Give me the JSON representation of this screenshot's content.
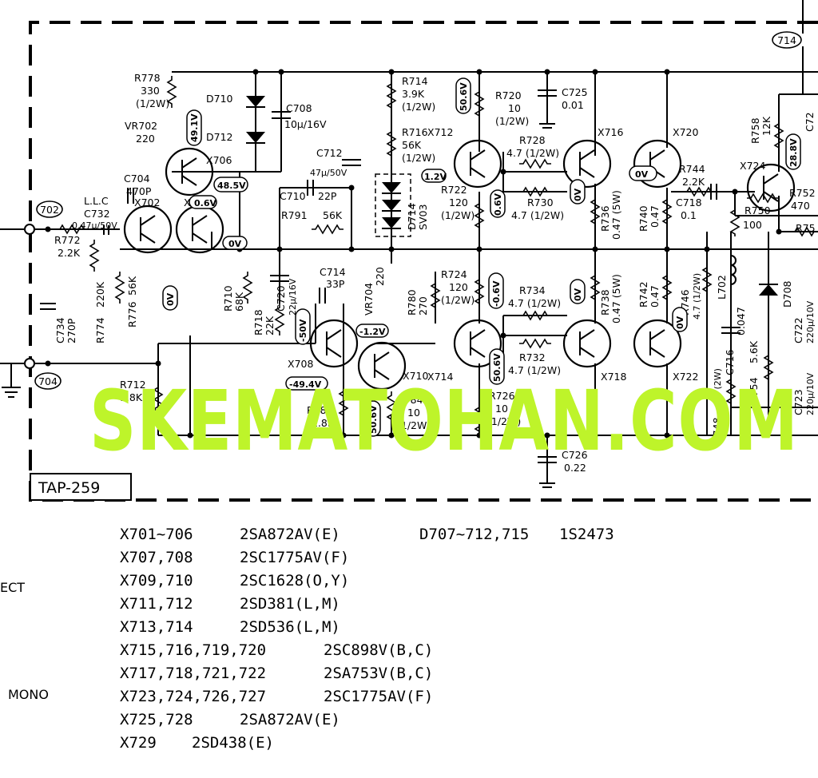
{
  "board_label": "TAP-259",
  "terminals": [
    "702",
    "704",
    "714"
  ],
  "components": {
    "R778": {
      "ref": "R778",
      "val": "330",
      "val2": "(1/2W)"
    },
    "VR702": {
      "ref": "VR702",
      "val": "220"
    },
    "D710": {
      "ref": "D710"
    },
    "D712": {
      "ref": "D712"
    },
    "C708": {
      "ref": "C708",
      "val": "10µ/16V"
    },
    "C704": {
      "ref": "C704",
      "val": "470P"
    },
    "LLC": {
      "ref": "L.L.C",
      "val": "C732",
      "val2": "0.47µ/50V"
    },
    "X702": {
      "ref": "X702"
    },
    "X704": {
      "ref": "X704"
    },
    "X706": {
      "ref": "X706"
    },
    "R772": {
      "ref": "R772",
      "val": "2.2K"
    },
    "C734": {
      "ref": "C734",
      "val": "270P"
    },
    "R774": {
      "ref": "R774",
      "val": "220K"
    },
    "R776": {
      "ref": "R776",
      "val": "56K"
    },
    "R710": {
      "ref": "R710",
      "val": "68K"
    },
    "R718": {
      "ref": "R718",
      "val": "22K"
    },
    "R712": {
      "ref": "R712",
      "val": "1.8K"
    },
    "C710": {
      "ref": "C710",
      "val": "22P"
    },
    "R791": {
      "ref": "R791",
      "val": "56K"
    },
    "C720": {
      "ref": "C720",
      "val": "22µ/16V"
    },
    "C714": {
      "ref": "C714",
      "val": "33P"
    },
    "C712": {
      "ref": "C712",
      "val": "47µ/50V"
    },
    "R714": {
      "ref": "R714",
      "val": "3.9K",
      "val2": "(1/2W)"
    },
    "R716": {
      "ref": "R716",
      "val": "56K",
      "val2": "(1/2W)"
    },
    "D714": {
      "ref": "D714",
      "val": "SV03"
    },
    "X708": {
      "ref": "X708"
    },
    "X710": {
      "ref": "X710"
    },
    "R782": {
      "ref": "R782",
      "val": "1.8K"
    },
    "R784": {
      "ref": "R784",
      "val": "10",
      "val2": "(1/2W)"
    },
    "VR704": {
      "ref": "VR704",
      "val": "220"
    },
    "R780": {
      "ref": "R780",
      "val": "270"
    },
    "X712": {
      "ref": "X712"
    },
    "X714": {
      "ref": "X714"
    },
    "R720": {
      "ref": "R720",
      "val": "10",
      "val2": "(1/2W)"
    },
    "C725": {
      "ref": "C725",
      "val": "0.01"
    },
    "R722": {
      "ref": "R722",
      "val": "120",
      "val2": "(1/2W)"
    },
    "R724": {
      "ref": "R724",
      "val": "120",
      "val2": "(1/2W)"
    },
    "R726": {
      "ref": "R726",
      "val": "10",
      "val2": "(1/2W)"
    },
    "C726": {
      "ref": "C726",
      "val": "0.22"
    },
    "R728": {
      "ref": "R728",
      "val": "4.7 (1/2W)"
    },
    "R730": {
      "ref": "R730",
      "val": "4.7 (1/2W)"
    },
    "R734": {
      "ref": "R734",
      "val": "4.7 (1/2W)"
    },
    "R732": {
      "ref": "R732",
      "val": "4.7 (1/2W)"
    },
    "X716": {
      "ref": "X716"
    },
    "X718": {
      "ref": "X718"
    },
    "R736": {
      "ref": "R736",
      "val": "0.47 (5W)"
    },
    "R738": {
      "ref": "R738",
      "val": "0.47 (5W)"
    },
    "X720": {
      "ref": "X720"
    },
    "X722": {
      "ref": "X722"
    },
    "R740": {
      "ref": "R740",
      "val": "0.47"
    },
    "R742": {
      "ref": "R742",
      "val": "0.47"
    },
    "R744": {
      "ref": "R744",
      "val": "2.2K"
    },
    "C718": {
      "ref": "C718",
      "val": "0.1"
    },
    "R746": {
      "ref": "R746",
      "val": "4.7 (1/2W)"
    },
    "L702": {
      "ref": "L702"
    },
    "C716": {
      "ref": "C716",
      "val": "0.047"
    },
    "R748": {
      "ref": "R748",
      "val": "10 (2W)"
    },
    "R754": {
      "ref": "R754",
      "val": "5.6K"
    },
    "D708": {
      "ref": "D708"
    },
    "R758": {
      "ref": "R758",
      "val": "12K"
    },
    "X724": {
      "ref": "X724"
    },
    "R750": {
      "ref": "R750",
      "val": "100"
    },
    "R752": {
      "ref": "R752",
      "val": "470"
    },
    "R75x": {
      "ref": "R75"
    },
    "C722": {
      "ref": "C722",
      "val": "220µ/10V"
    },
    "C723": {
      "ref": "C723",
      "val": "220µ/10V"
    },
    "C72x": {
      "ref": "C72"
    }
  },
  "voltages": {
    "v491": "49.1V",
    "v485": "48.5V",
    "v06a": "0.6V",
    "v0a": "0V",
    "v0b": "0V",
    "v50n": "-50V",
    "v12n": "-1.2V",
    "v494n": "-49.4V",
    "v506a": "50.6V",
    "v506b": "50.6V",
    "v506c": "50.6V",
    "v12p": "1.2V",
    "v06b": "0.6V",
    "v06n": "-0.6V",
    "v0c": "0V",
    "v0d": "0V",
    "v0e": "0V",
    "v0f": "0V",
    "v288": "28.8V"
  },
  "watermark": "SKEMATOHAN.COM",
  "parts_list": [
    {
      "refs": "X701~706",
      "part": "2SA872AV(E)"
    },
    {
      "refs": "X707,708",
      "part": "2SC1775AV(F)"
    },
    {
      "refs": "X709,710",
      "part": "2SC1628(O,Y)"
    },
    {
      "refs": "X711,712",
      "part": "2SD381(L,M)"
    },
    {
      "refs": "X713,714",
      "part": "2SD536(L,M)"
    },
    {
      "refs": "X715,716,719,720",
      "part": "2SC898V(B,C)"
    },
    {
      "refs": "X717,718,721,722",
      "part": "2SA753V(B,C)"
    },
    {
      "refs": "X723,724,726,727",
      "part": "2SC1775AV(F)"
    },
    {
      "refs": "X725,728",
      "part": "2SA872AV(E)"
    },
    {
      "refs": "X729",
      "part": "2SD438(E)"
    }
  ],
  "diode_list": {
    "refs": "D707~712,715",
    "part": "1S2473"
  },
  "side_labels": {
    "ect": "ECT",
    "mono": "MONO"
  }
}
